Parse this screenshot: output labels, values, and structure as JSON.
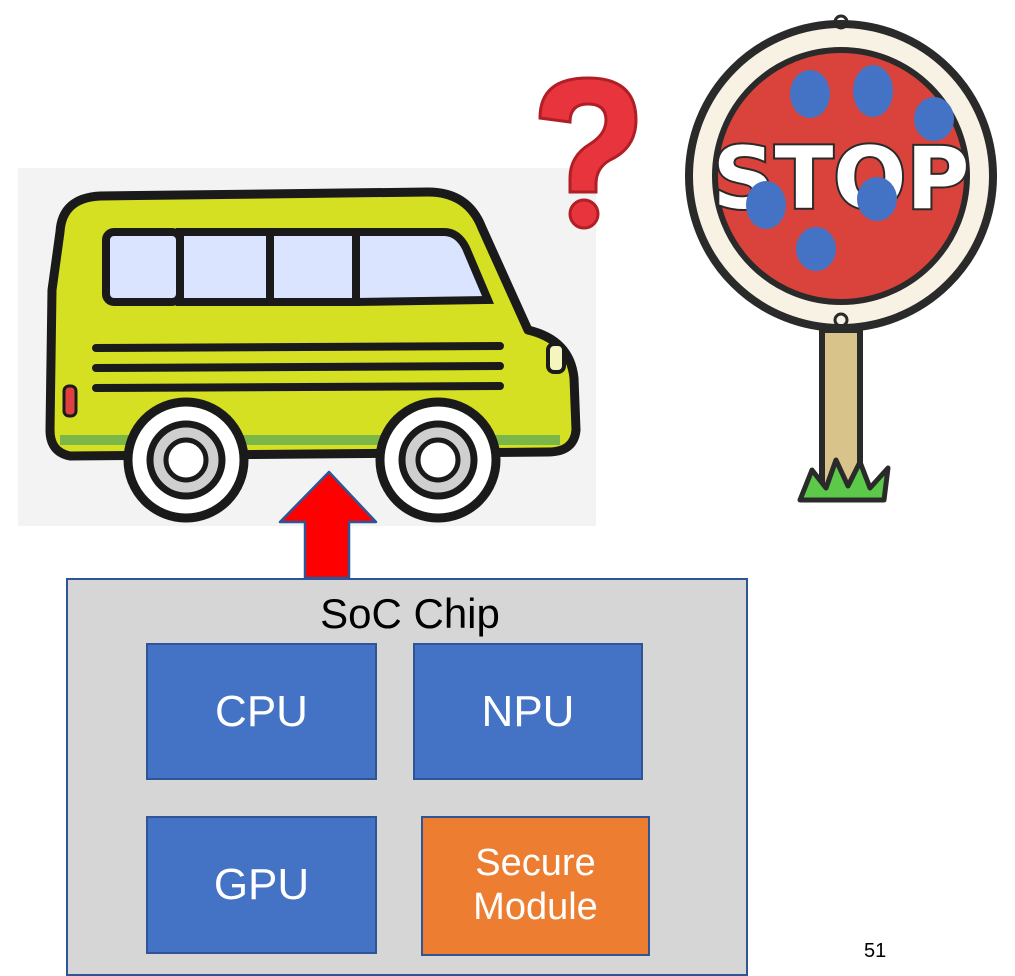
{
  "chip": {
    "title": "SoC Chip",
    "blocks": {
      "cpu": "CPU",
      "npu": "NPU",
      "gpu": "GPU",
      "secure_line1": "Secure",
      "secure_line2": "Module"
    }
  },
  "stop_sign": {
    "text": "STOP"
  },
  "page_number": "51",
  "colors": {
    "block_blue": "#4472c4",
    "block_orange": "#ed7d31",
    "chip_gray": "#d6d6d6",
    "arrow_red": "#ff0000",
    "sign_red": "#d9433b",
    "dot_blue": "#4472c4",
    "bus_yellow": "#d4e021"
  },
  "icons": [
    "bus-icon",
    "question-mark-icon",
    "stop-sign-icon",
    "up-arrow-icon"
  ]
}
